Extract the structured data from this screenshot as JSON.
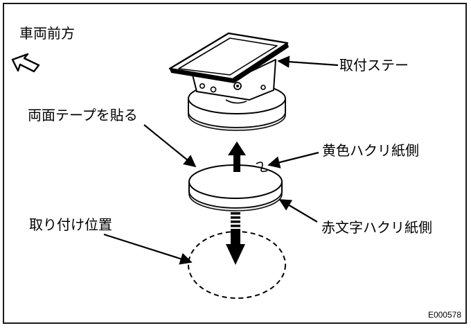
{
  "labels": {
    "vehicle_front": "車両前方",
    "mounting_stay": "取付ステー",
    "double_sided_tape": "両面テープを貼る",
    "yellow_release_paper": "黄色ハクリ紙側",
    "red_letter_release_paper": "赤文字ハクリ紙側",
    "mounting_position": "取り付け位置"
  },
  "figure_code": "E000578",
  "colors": {
    "ink": "#000000",
    "frame": "#1a1a1a",
    "background": "#ffffff",
    "part_fill": "#ffffff",
    "part_shadow": "#e6e6e6"
  }
}
